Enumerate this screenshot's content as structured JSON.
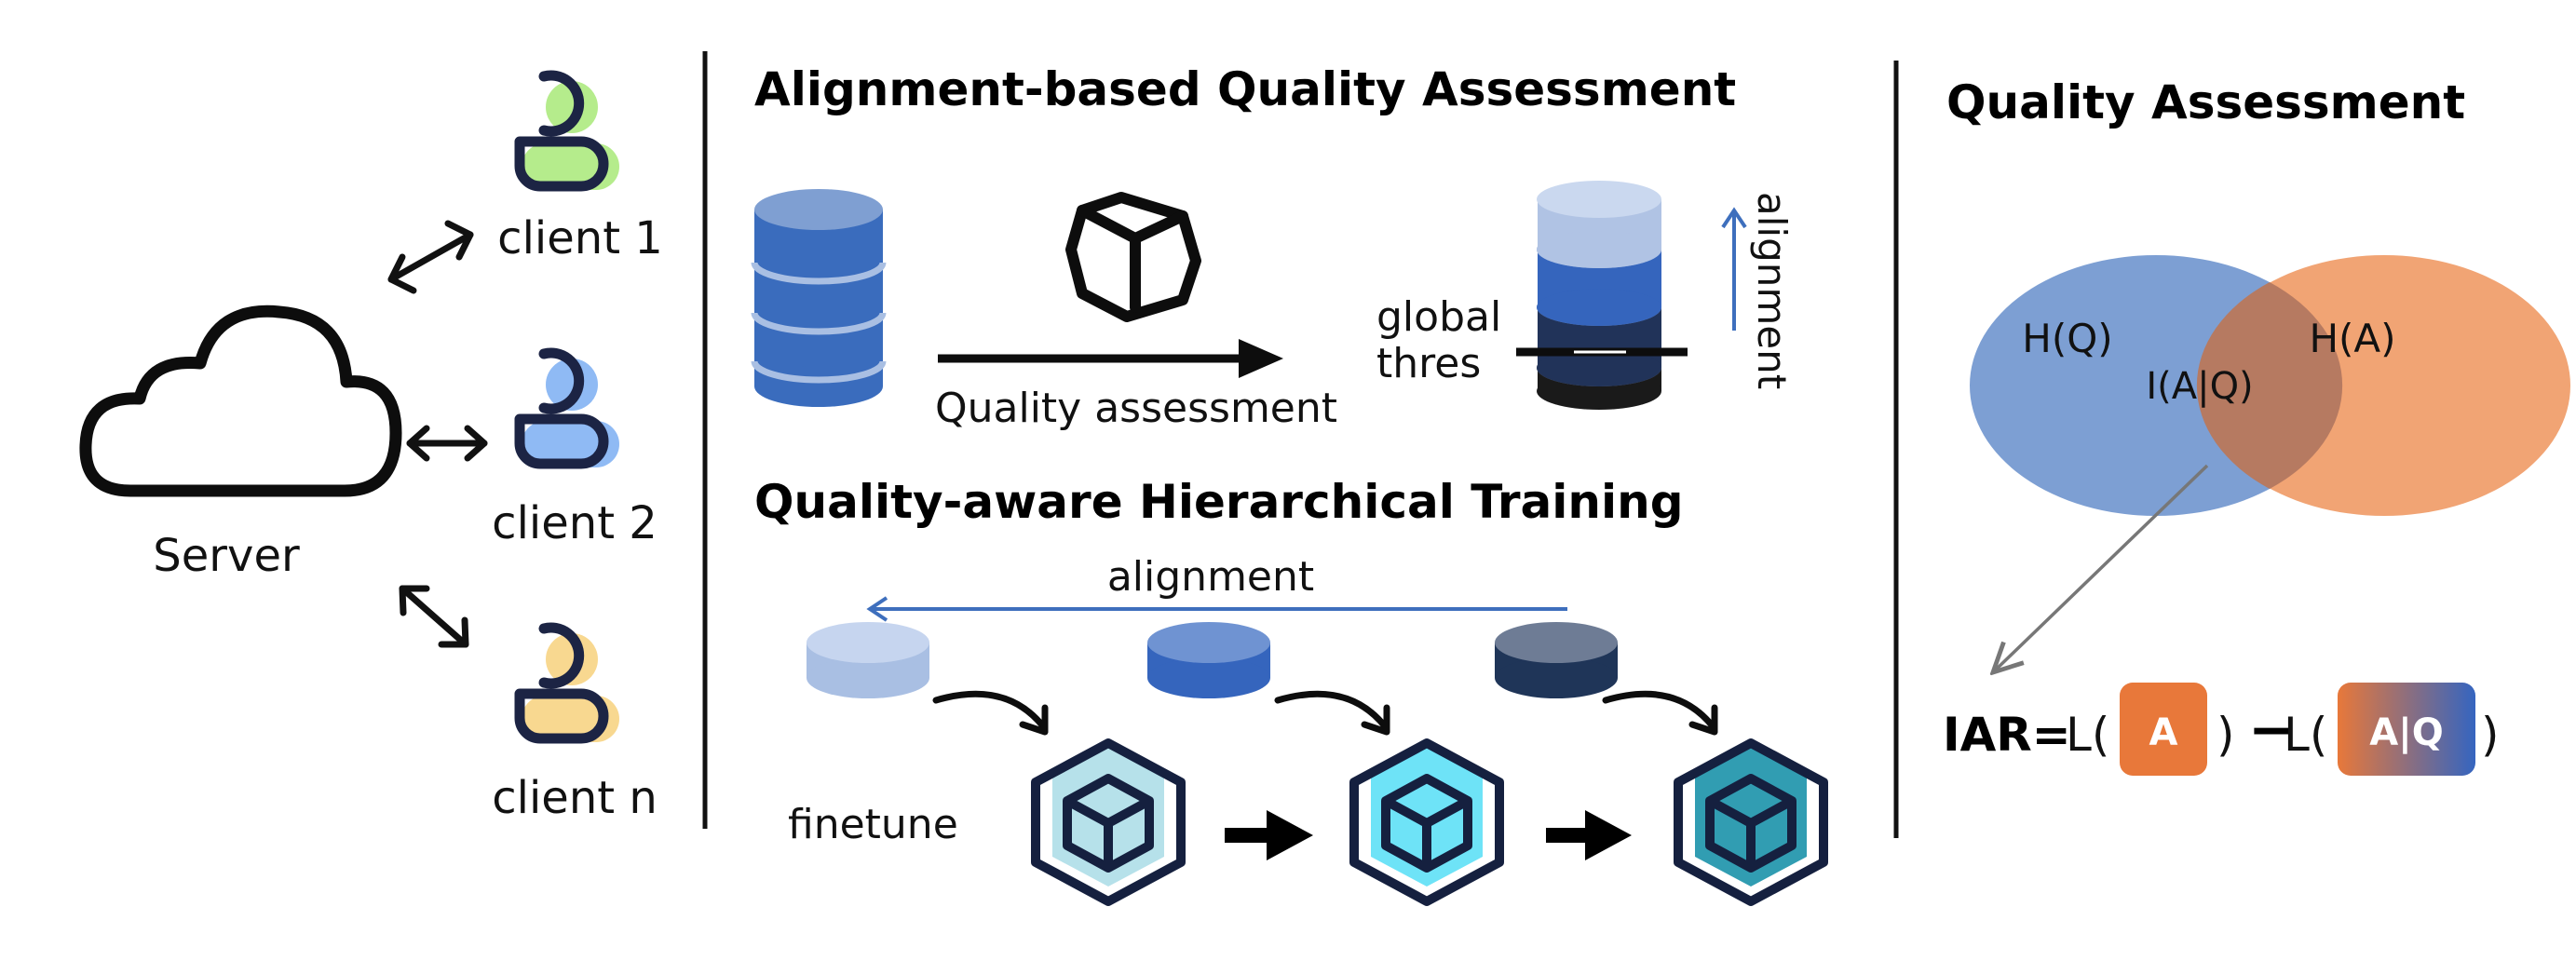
{
  "federation": {
    "server_label": "Server",
    "clients": [
      {
        "label": "client 1",
        "accent": "#b5ec8c"
      },
      {
        "label": "client 2",
        "accent": "#8fbaf4"
      },
      {
        "label": "client n",
        "accent": "#f8d890"
      }
    ]
  },
  "assessment": {
    "title": "Alignment-based Quality Assessment",
    "arrow_label": "Quality assessment",
    "threshold_label_1": "global",
    "threshold_label_2": "thres",
    "alignment_label": "alignment"
  },
  "training": {
    "title": "Quality-aware Hierarchical Training",
    "alignment_label": "alignment",
    "finetune_label": "finetune",
    "shard_colors": [
      "#b2c6e3",
      "#3f73bf",
      "#1f3558"
    ],
    "model_colors": [
      "#b6e1ea",
      "#6ee3f7",
      "#319db2"
    ]
  },
  "quality": {
    "title": "Quality Assessment",
    "left_set": "H(Q)",
    "right_set": "H(A)",
    "intersection": "I(A|Q)",
    "formula_lhs": "IAR=",
    "loss_open": "L(",
    "close_paren": ")",
    "minus": "−",
    "term_a": "A",
    "term_aq": "A|Q",
    "colors": {
      "q_set": "#7d9fd3",
      "a_set": "#f1a474",
      "intersection": "#b67a61",
      "term_a": "#e8783a"
    }
  }
}
